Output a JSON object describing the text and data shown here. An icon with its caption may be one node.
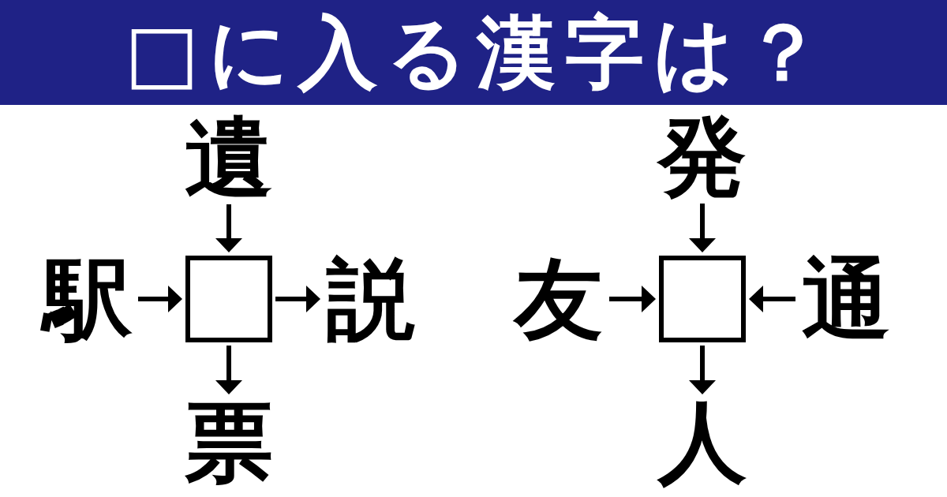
{
  "diagram": {
    "title": "□に入る漢字は？",
    "nodes": [
      {
        "text": [
          "遺"
        ]
      },
      {
        "text": [
          "駅"
        ]
      },
      {
        "text": [],
        "shape": "box"
      },
      {
        "text": [
          "説"
        ]
      },
      {
        "text": [
          "票"
        ]
      },
      {
        "text": [
          "発"
        ]
      },
      {
        "text": [
          "友"
        ]
      },
      {
        "text": [],
        "shape": "box"
      },
      {
        "text": [
          "通"
        ]
      },
      {
        "text": [
          "人"
        ]
      }
    ],
    "edges": [
      {
        "from": 0,
        "to": 2,
        "arrow": "to"
      },
      {
        "from": 1,
        "to": 2,
        "arrow": "to"
      },
      {
        "from": 2,
        "to": 3,
        "arrow": "to"
      },
      {
        "from": 2,
        "to": 4,
        "arrow": "to"
      },
      {
        "from": 5,
        "to": 7,
        "arrow": "to"
      },
      {
        "from": 6,
        "to": 7,
        "arrow": "to"
      },
      {
        "from": 8,
        "to": 7,
        "arrow": "to"
      },
      {
        "from": 7,
        "to": 9,
        "arrow": "to"
      }
    ]
  }
}
